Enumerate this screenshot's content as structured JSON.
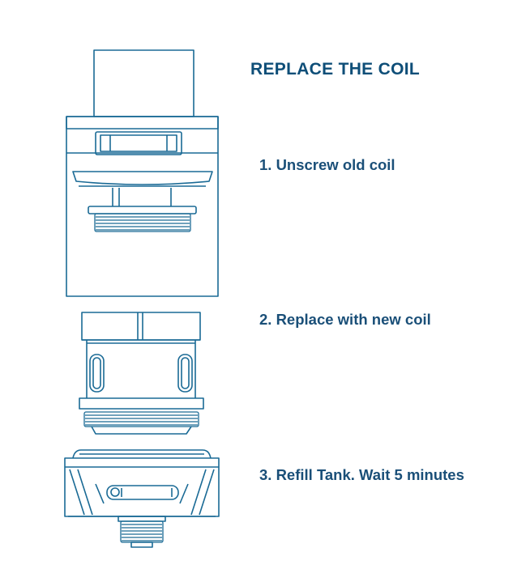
{
  "title": "REPLACE THE COIL",
  "steps": [
    {
      "label": "1. Unscrew old coil"
    },
    {
      "label": "2. Replace with new coil"
    },
    {
      "label": "3. Refill Tank. Wait 5 minutes"
    }
  ],
  "colors": {
    "line": "#1a6a95",
    "title": "#0e4e78",
    "text": "#1a4f78"
  }
}
